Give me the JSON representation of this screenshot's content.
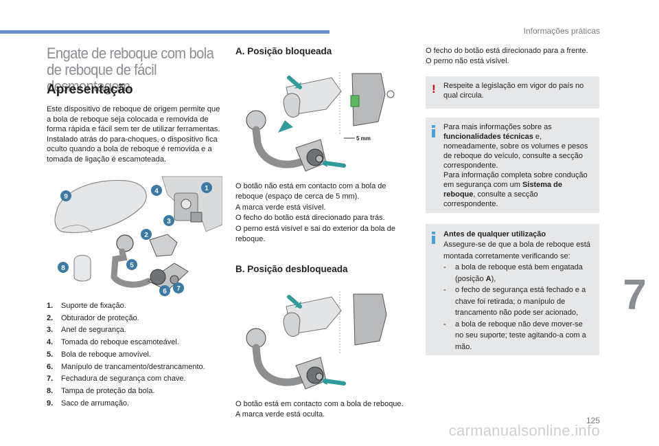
{
  "header": {
    "section": "Informações práticas"
  },
  "page": {
    "number": "125",
    "chapter": "7"
  },
  "title": "Engate de reboque com bola de reboque de fácil desmontagem",
  "presentation": {
    "heading": "Apresentação",
    "intro": "Este dispositivo de reboque de origem permite que a bola de reboque seja colocada e removida de forma rápida e fácil sem ter de utilizar ferramentas. Instalado atrás do para-choques, o dispositivo fica oculto quando a bola de reboque é removida e a tomada de ligação é escamoteada.",
    "callouts": [
      "1",
      "2",
      "3",
      "4",
      "5",
      "6",
      "7",
      "8",
      "9"
    ],
    "legend": [
      {
        "num": "1.",
        "text": "Suporte de fixação."
      },
      {
        "num": "2.",
        "text": "Obturador de proteção."
      },
      {
        "num": "3.",
        "text": "Anel de segurança."
      },
      {
        "num": "4.",
        "text": "Tomada do reboque escamoteável."
      },
      {
        "num": "5.",
        "text": "Bola de reboque amovível."
      },
      {
        "num": "6.",
        "text": "Manípulo de trancamento/destrancamento."
      },
      {
        "num": "7.",
        "text": "Fechadura de segurança com chave."
      },
      {
        "num": "8.",
        "text": "Tampa de proteção da bola."
      },
      {
        "num": "9.",
        "text": "Saco de arrumação."
      }
    ]
  },
  "locked": {
    "heading": "A. Posição bloqueada",
    "dimension": "5 mm",
    "lines": [
      "O botão não está em contacto com a bola de reboque (espaço de cerca de 5 mm).",
      "A marca verde está visível.",
      "O fecho do botão está direcionado para trás.",
      "O perno está visível e sai do exterior da bola de reboque."
    ]
  },
  "unlocked": {
    "heading": "B. Posição desbloqueada",
    "lines": [
      "O botão está em contacto com a bola de reboque.",
      "A marca verde está oculta."
    ],
    "continued": [
      "O fecho do botão está direcionado para a frente.",
      "O perno não está visível."
    ]
  },
  "warning": {
    "icon": "warning-exclamation-icon",
    "text": "Respeite a legislação em vigor do país no qual circula."
  },
  "info1": {
    "icon": "info-icon",
    "p1_a": "Para mais informações sobre as ",
    "p1_b": "funcionalidades técnicas",
    "p1_c": " e, nomeadamente, sobre os volumes e pesos de reboque do veículo, consulte a secção correspondente.",
    "p2_a": "Para informação completa sobre condução em segurança com um ",
    "p2_b": "Sistema de reboque",
    "p2_c": ", consulte a secção correspondente."
  },
  "info2": {
    "icon": "info-icon",
    "title": "Antes de qualquer utilização",
    "intro": "Assegure-se de que a bola de reboque está montada corretamente verificando se:",
    "items": [
      {
        "dash": "-",
        "a": "a bola de reboque está bem engatada (posição ",
        "b": "A",
        "c": "),"
      },
      {
        "dash": "-",
        "a": "o fecho de segurança está fechado e a chave foi retirada; o manípulo de trancamento não pode ser acionado,",
        "b": "",
        "c": ""
      },
      {
        "dash": "-",
        "a": "a bola de reboque não deve mover-se no seu suporte; teste agitando-a com a mão.",
        "b": "",
        "c": ""
      }
    ]
  },
  "watermark": "carmanualsonline.info",
  "colors": {
    "accent_blue": "#6c8fd0",
    "info_blue": "#4aa3df",
    "warning_red": "#e2001a",
    "callout_teal": "#3b7aa6",
    "mark_green": "#5cb85c",
    "box_grey": "#e6e7e8"
  }
}
